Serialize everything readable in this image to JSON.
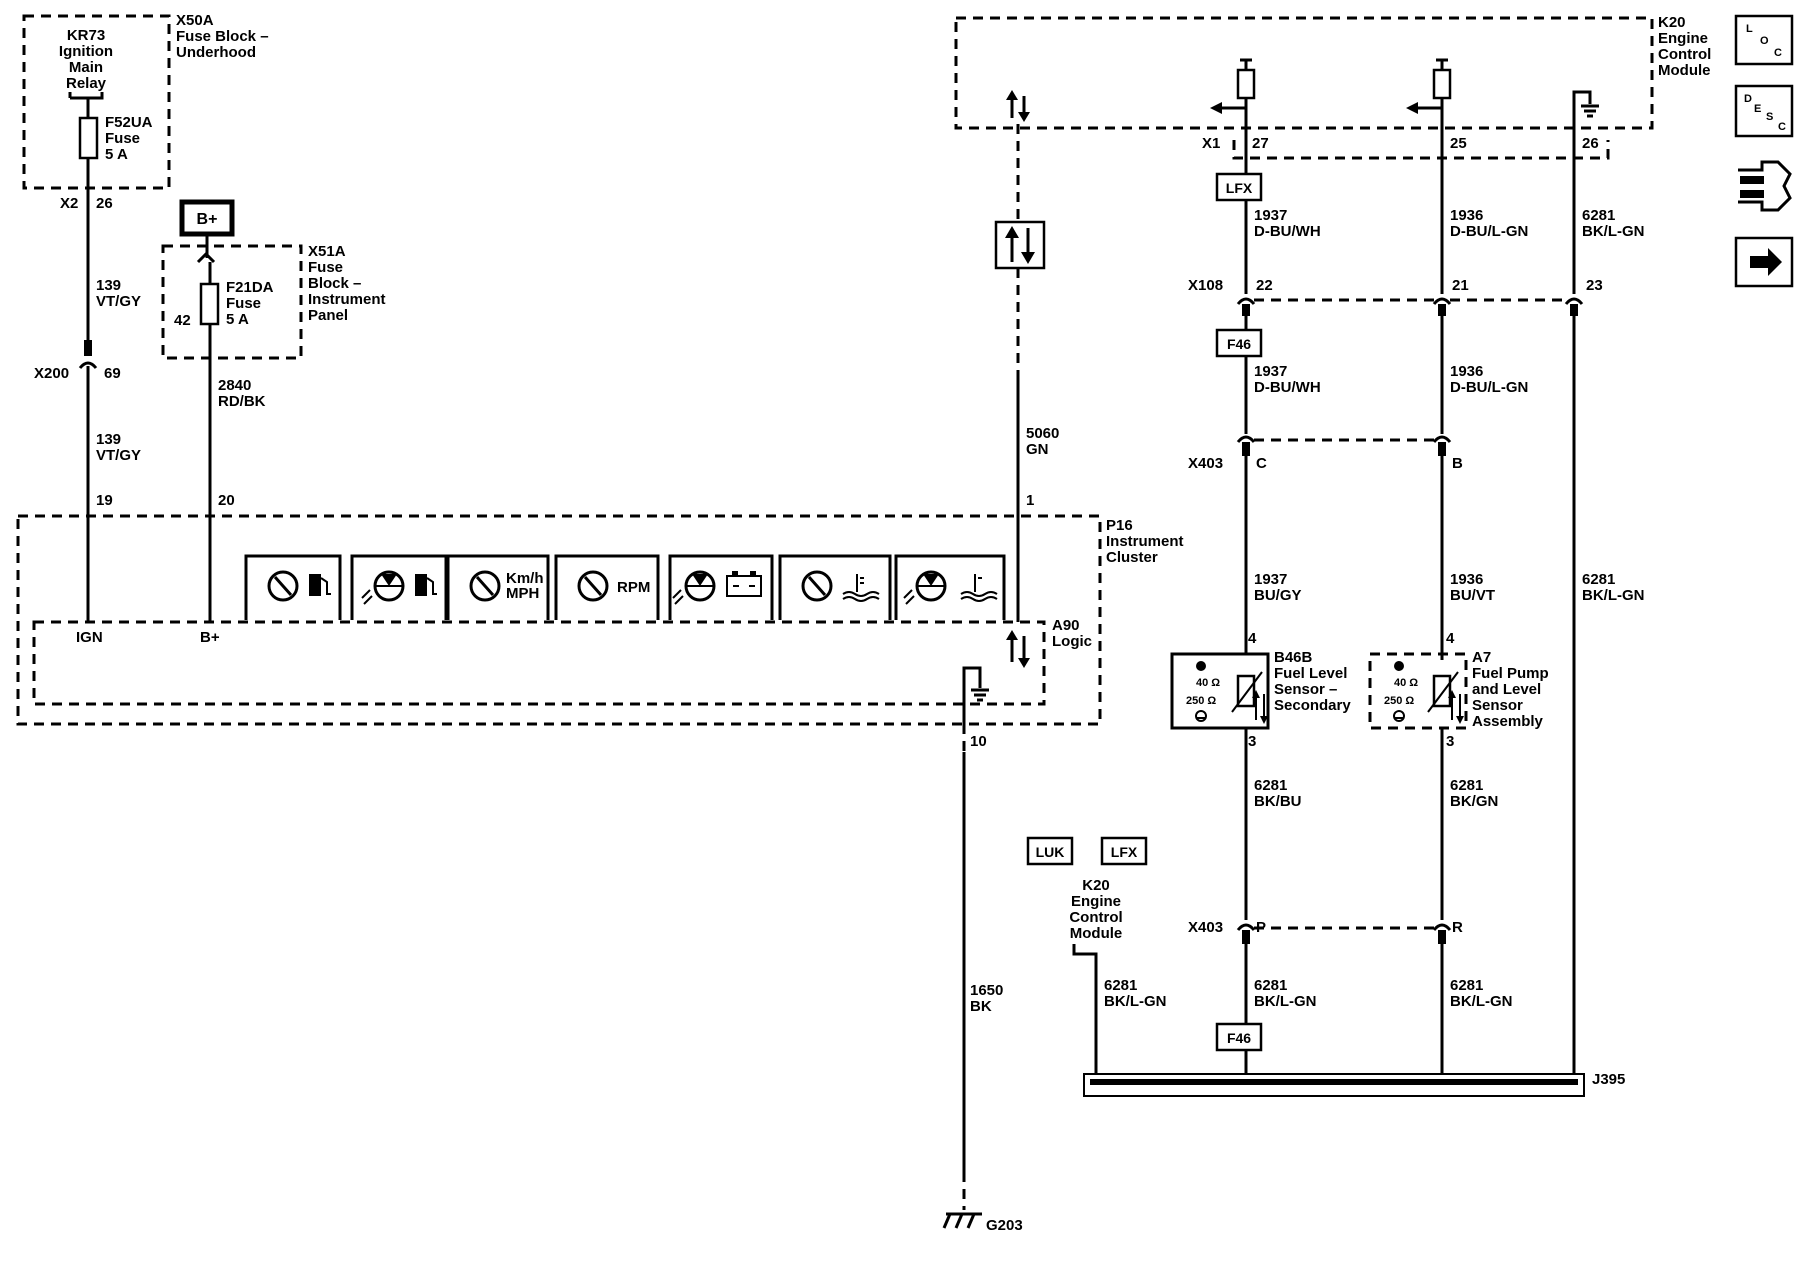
{
  "modules": {
    "kr73": {
      "l1": "KR73",
      "l2": "Ignition",
      "l3": "Main",
      "l4": "Relay"
    },
    "x50a": {
      "l1": "X50A",
      "l2": "Fuse Block –",
      "l3": "Underhood"
    },
    "f52ua": {
      "l1": "F52UA",
      "l2": "Fuse",
      "l3": "5 A"
    },
    "x51a": {
      "l1": "X51A",
      "l2": "Fuse",
      "l3": "Block –",
      "l4": "Instrument",
      "l5": "Panel"
    },
    "f21da": {
      "l1": "F21DA",
      "l2": "Fuse",
      "l3": "5 A"
    },
    "bplus_tag": "B+",
    "k20_top": {
      "l1": "K20",
      "l2": "Engine",
      "l3": "Control",
      "l4": "Module"
    },
    "p16": {
      "l1": "P16",
      "l2": "Instrument",
      "l3": "Cluster"
    },
    "a90": {
      "l1": "A90",
      "l2": "Logic"
    },
    "b46b": {
      "l1": "B46B",
      "l2": "Fuel Level",
      "l3": "Sensor –",
      "l4": "Secondary",
      "r1": "40 Ω",
      "r2": "250 Ω"
    },
    "a7": {
      "l1": "A7",
      "l2": "Fuel Pump",
      "l3": "and Level",
      "l4": "Sensor",
      "l5": "Assembly",
      "r1": "40 Ω",
      "r2": "250 Ω"
    },
    "k20_bottom": {
      "l1": "K20",
      "l2": "Engine",
      "l3": "Control",
      "l4": "Module"
    },
    "j395": "J395",
    "g203": "G203"
  },
  "tags": {
    "lfx": "LFX",
    "luk": "LUK",
    "f46": "F46"
  },
  "cluster": {
    "ign": "IGN",
    "bplus": "B+",
    "kmh": "Km/h",
    "mph": "MPH",
    "rpm": "RPM"
  },
  "connectors": {
    "x2": "X2",
    "x2_pin": "26",
    "x200": "X200",
    "x200_pin": "69",
    "f21da_pin": "42",
    "p16_pin_ign": "19",
    "p16_pin_bplus": "20",
    "p16_pin_data": "1",
    "p16_pin_gnd": "10",
    "x1": "X1",
    "x1_pin_a": "27",
    "x1_pin_b": "25",
    "x1_pin_c": "26",
    "x108": "X108",
    "x108_pin_a": "22",
    "x108_pin_b": "21",
    "x108_pin_c": "23",
    "x403a": "X403",
    "x403a_pin_a": "C",
    "x403a_pin_b": "B",
    "b46b_pin_top": "4",
    "b46b_pin_bot": "3",
    "a7_pin_top": "4",
    "a7_pin_bot": "3",
    "x403b": "X403",
    "x403b_pin_a": "P",
    "x403b_pin_b": "R"
  },
  "wires": {
    "w139a": {
      "n": "139",
      "c": "VT/GY"
    },
    "w139b": {
      "n": "139",
      "c": "VT/GY"
    },
    "w2840": {
      "n": "2840",
      "c": "RD/BK"
    },
    "w5060": {
      "n": "5060",
      "c": "GN"
    },
    "w1650": {
      "n": "1650",
      "c": "BK"
    },
    "w1937a": {
      "n": "1937",
      "c": "D-BU/WH"
    },
    "w1937b": {
      "n": "1937",
      "c": "D-BU/WH"
    },
    "w1937c": {
      "n": "1937",
      "c": "BU/GY"
    },
    "w1936a": {
      "n": "1936",
      "c": "D-BU/L-GN"
    },
    "w1936b": {
      "n": "1936",
      "c": "D-BU/L-GN"
    },
    "w1936c": {
      "n": "1936",
      "c": "BU/VT"
    },
    "w6281a": {
      "n": "6281",
      "c": "BK/L-GN"
    },
    "w6281b": {
      "n": "6281",
      "c": "BK/L-GN"
    },
    "w6281c": {
      "n": "6281",
      "c": "BK/BU"
    },
    "w6281d": {
      "n": "6281",
      "c": "BK/GN"
    },
    "w6281e": {
      "n": "6281",
      "c": "BK/L-GN"
    },
    "w6281f": {
      "n": "6281",
      "c": "BK/L-GN"
    },
    "w6281g": {
      "n": "6281",
      "c": "BK/L-GN"
    }
  },
  "nav": {
    "loc": {
      "a": "L",
      "b": "O",
      "c": "C"
    },
    "desc": {
      "a": "D",
      "b": "E",
      "c": "S",
      "d": "C"
    }
  }
}
